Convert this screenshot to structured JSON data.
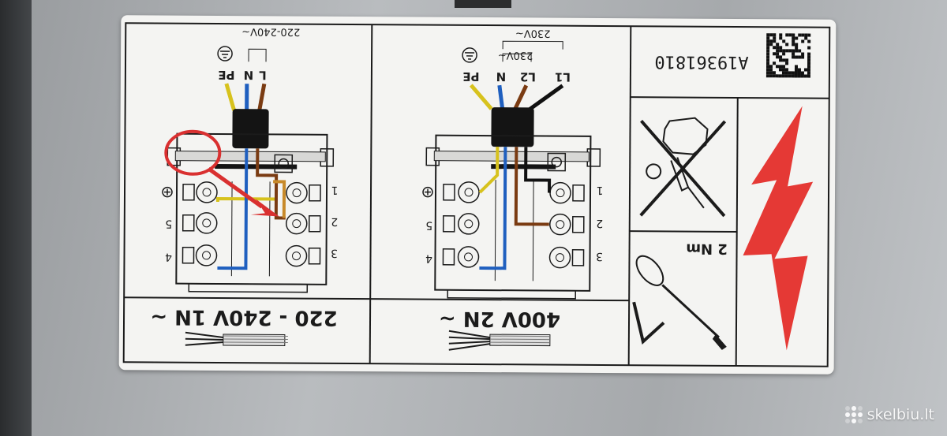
{
  "photo": {
    "colors": {
      "label": "#f4f4f2",
      "ink": "#1b1b1b",
      "metal": "#b4b7ba",
      "counter": "#2a2c2e",
      "hazard": "#e53935"
    }
  },
  "label": {
    "left_panel": {
      "supply_range": "220-240V~",
      "terminals": [
        "PE",
        "N",
        "L"
      ],
      "title": "220 - 240V 1N ~",
      "numbers": [
        "1",
        "2",
        "3",
        "4",
        "5"
      ]
    },
    "middle_panel": {
      "supply_top": "230V~",
      "supply_inner": "230V~",
      "terminals": [
        "PE",
        "N",
        "L2",
        "L1"
      ],
      "title": "400V 2N ~",
      "numbers": [
        "1",
        "2",
        "3",
        "4",
        "5"
      ]
    },
    "right_panel": {
      "code": "A19361810",
      "torque": "2 Nm"
    }
  },
  "wire_colors": {
    "pe": "#d7c21d",
    "n": "#1f5fbf",
    "l": "#7a3b12",
    "l1": "#111111",
    "highlight": "#d93030"
  },
  "watermark": {
    "text": "skelbiu.lt"
  }
}
